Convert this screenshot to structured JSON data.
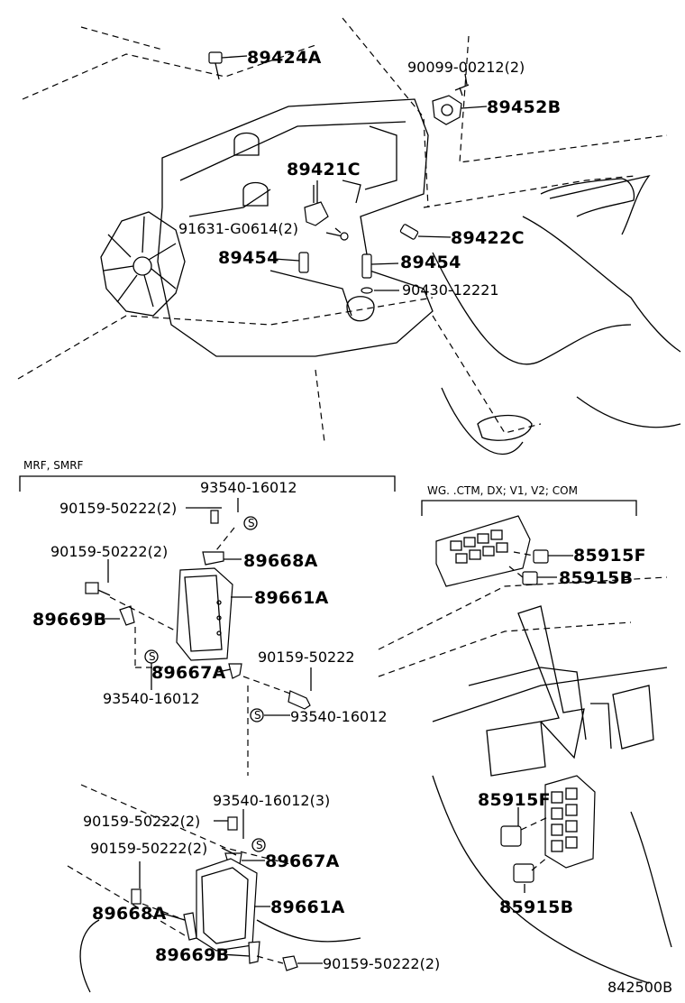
{
  "sections": {
    "mrf_smrf": "MRF, SMRF",
    "wg_ctm": "WG. .CTM, DX; V1, V2; COM"
  },
  "labels": {
    "p89424A": "89424A",
    "p90099": "90099-00212(2)",
    "p89452B": "89452B",
    "p89421C": "89421C",
    "p91631": "91631-G0614(2)",
    "p89422C": "89422C",
    "p89454a": "89454",
    "p89454b": "89454",
    "p90430": "90430-12221",
    "p93540a": "93540-16012",
    "p90159a": "90159-50222(2)",
    "p90159b": "90159-50222(2)",
    "p89668A_top": "89668A",
    "p89661A_top": "89661A",
    "p89669B_top": "89669B",
    "p89667A_top": "89667A",
    "p90159c": "90159-50222",
    "p93540b": "93540-16012",
    "p93540c": "93540-16012",
    "p93540d": "93540-16012(3)",
    "p90159d": "90159-50222(2)",
    "p90159e": "90159-50222(2)",
    "p89667A_bot": "89667A",
    "p89661A_bot": "89661A",
    "p89668A_bot": "89668A",
    "p89669B_bot": "89669B",
    "p90159f": "90159-50222(2)",
    "p85915F_top": "85915F",
    "p85915B_top": "85915B",
    "p85915F_bot": "85915F",
    "p85915B_bot": "85915B",
    "s_mark": "S",
    "diagram_id": "842500B"
  }
}
